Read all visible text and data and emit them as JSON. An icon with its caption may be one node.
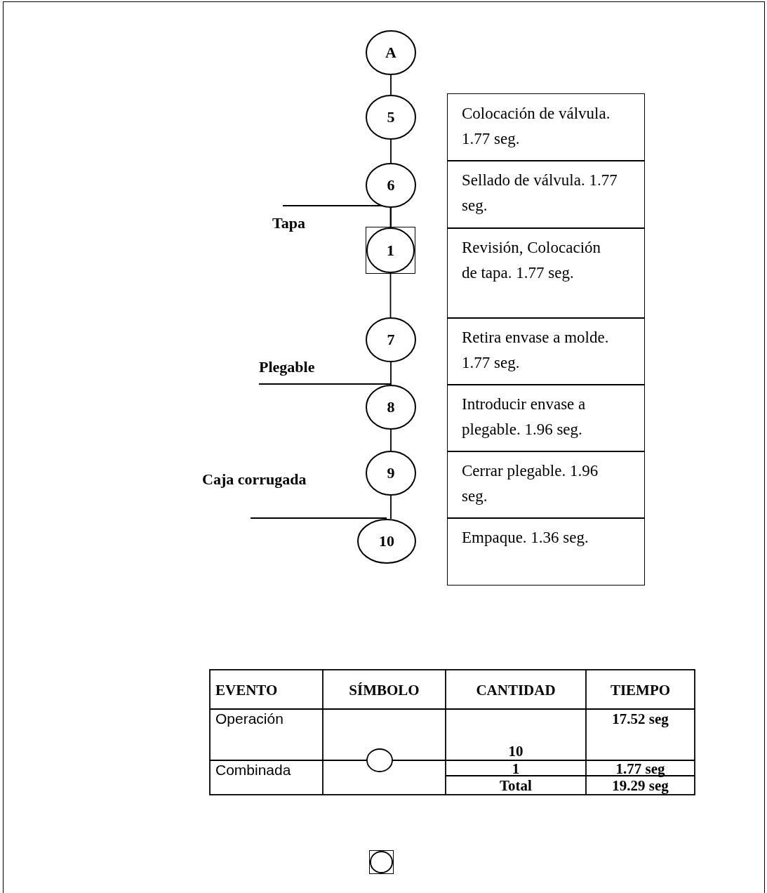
{
  "diagram": {
    "nodes": [
      {
        "text": [
          "A"
        ]
      },
      {
        "text": [
          "5"
        ]
      },
      {
        "text": [
          "6"
        ]
      },
      {
        "text": [
          "1"
        ]
      },
      {
        "text": [
          "7"
        ]
      },
      {
        "text": [
          "8"
        ]
      },
      {
        "text": [
          "9"
        ]
      },
      {
        "text": [
          "10"
        ]
      },
      {
        "text": [
          "Colocación de válvula. 1.77 seg."
        ]
      },
      {
        "text": [
          "Sellado de válvula. 1.77 seg."
        ]
      },
      {
        "text": [
          "Revisión, Colocación de tapa. 1.77 seg."
        ]
      },
      {
        "text": [
          "Retira envase a molde. 1.77 seg."
        ]
      },
      {
        "text": [
          "Introducir envase a plegable. 1.96 seg."
        ]
      },
      {
        "text": [
          "Cerrar plegable. 1.96 seg."
        ]
      },
      {
        "text": [
          "Empaque. 1.36 seg."
        ]
      },
      {
        "text": [
          "Tapa"
        ]
      },
      {
        "text": [
          "Plegable"
        ]
      },
      {
        "text": [
          "Caja corrugada"
        ]
      },
      {
        "text": [],
        "shape": "box"
      }
    ],
    "edges": [
      {
        "from": 0,
        "to": 1,
        "arrow": "none"
      },
      {
        "from": 1,
        "to": 2,
        "arrow": "none"
      },
      {
        "from": 2,
        "to": 3,
        "arrow": "none"
      },
      {
        "from": 3,
        "to": 4,
        "arrow": "none"
      },
      {
        "from": 4,
        "to": 5,
        "arrow": "none"
      },
      {
        "from": 5,
        "to": 6,
        "arrow": "none"
      },
      {
        "from": 6,
        "to": 7,
        "arrow": "none"
      },
      {
        "from": 15,
        "to": 3,
        "arrow": "none"
      },
      {
        "from": 16,
        "to": 5,
        "arrow": "none"
      },
      {
        "from": 17,
        "to": 7,
        "arrow": "none"
      }
    ],
    "labels": [
      "EVENTO",
      "SÍMBOLO",
      "CANTIDAD",
      "TIEMPO",
      "Operación",
      "10",
      "17.52 seg",
      "Combinada",
      "1",
      "1.77 seg",
      "Total",
      "19.29 seg"
    ]
  }
}
